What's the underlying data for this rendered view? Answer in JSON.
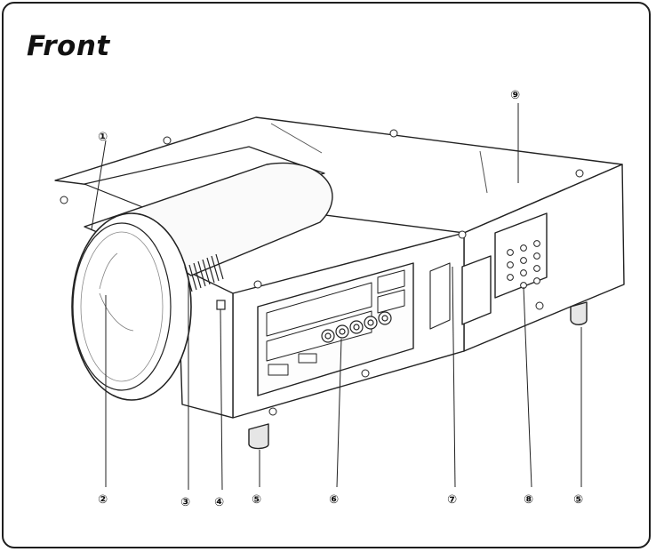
{
  "title": "Front",
  "callouts": [
    {
      "id": "1",
      "label": "①"
    },
    {
      "id": "2",
      "label": "②"
    },
    {
      "id": "3",
      "label": "③"
    },
    {
      "id": "4",
      "label": "④"
    },
    {
      "id": "5a",
      "label": "⑤"
    },
    {
      "id": "6",
      "label": "⑥"
    },
    {
      "id": "7",
      "label": "⑦"
    },
    {
      "id": "8",
      "label": "⑧"
    },
    {
      "id": "5b",
      "label": "⑤"
    },
    {
      "id": "9",
      "label": "⑨"
    }
  ]
}
